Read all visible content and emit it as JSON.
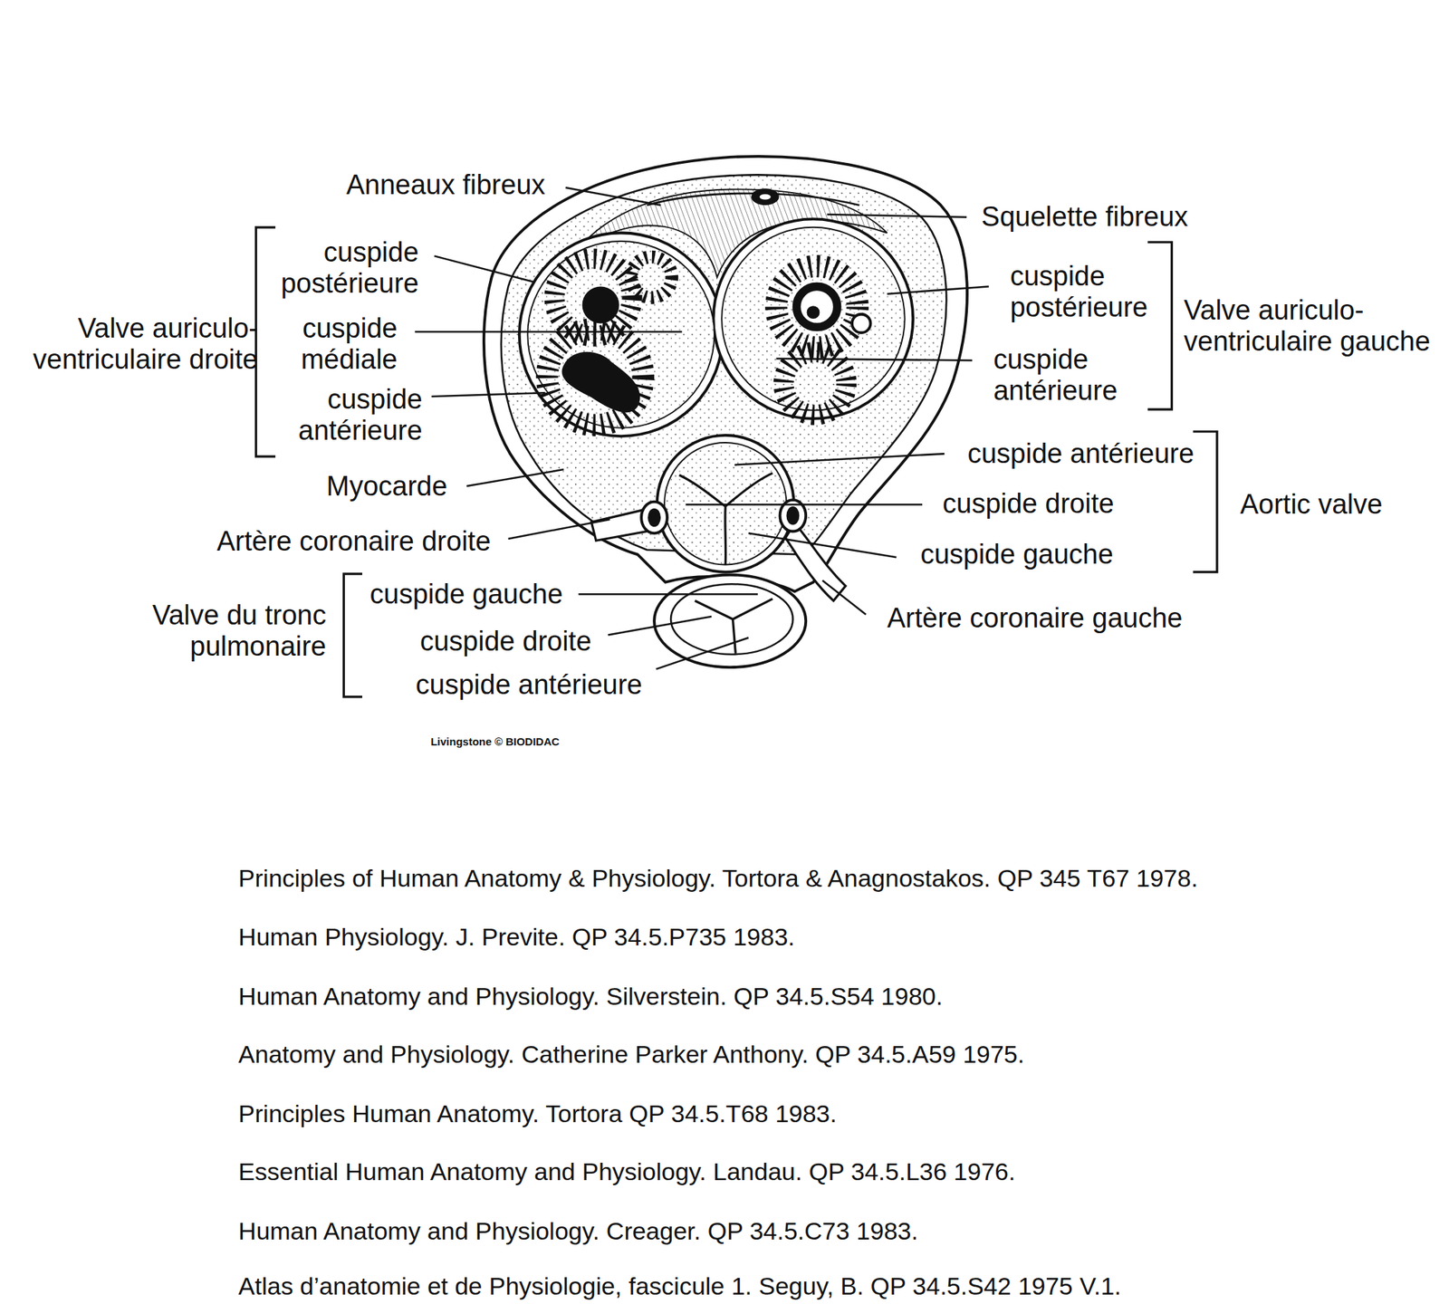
{
  "diagram": {
    "labels": [
      "Anneaux fibreux",
      "Squelette fibreux",
      "cuspide postérieure",
      "Valve auriculo- ventriculaire droite",
      "cuspide médiale",
      "cuspide antérieure",
      "cuspide postérieure",
      "Valve auriculo- ventriculaire gauche",
      "cuspide antérieure",
      "Myocarde",
      "cuspide antérieure",
      "cuspide droite",
      "Aortic valve",
      "Artère coronaire droite",
      "cuspide gauche",
      "Valve du tronc pulmonaire",
      "cuspide gauche",
      "Artère coronaire gauche",
      "cuspide droite",
      "cuspide antérieure",
      "Livingstone © BIODIDAC",
      "Principles of Human Anatomy & Physiology. Tortora & Anagnostakos. QP 345 T67 1978.",
      "Human Physiology. J. Previte. QP 34.5.P735 1983.",
      "Human Anatomy and Physiology. Silverstein. QP 34.5.S54 1980.",
      "Anatomy and Physiology. Catherine Parker Anthony. QP 34.5.A59 1975.",
      "Principles Human Anatomy. Tortora QP 34.5.T68 1983.",
      "Essential Human Anatomy and Physiology. Landau. QP 34.5.L36 1976.",
      "Human Anatomy and Physiology. Creager. QP 34.5.C73 1983.",
      "Atlas d’anatomie et de Physiologie, fascicule 1. Seguy, B. QP 34.5.S42 1975 V.1."
    ]
  }
}
